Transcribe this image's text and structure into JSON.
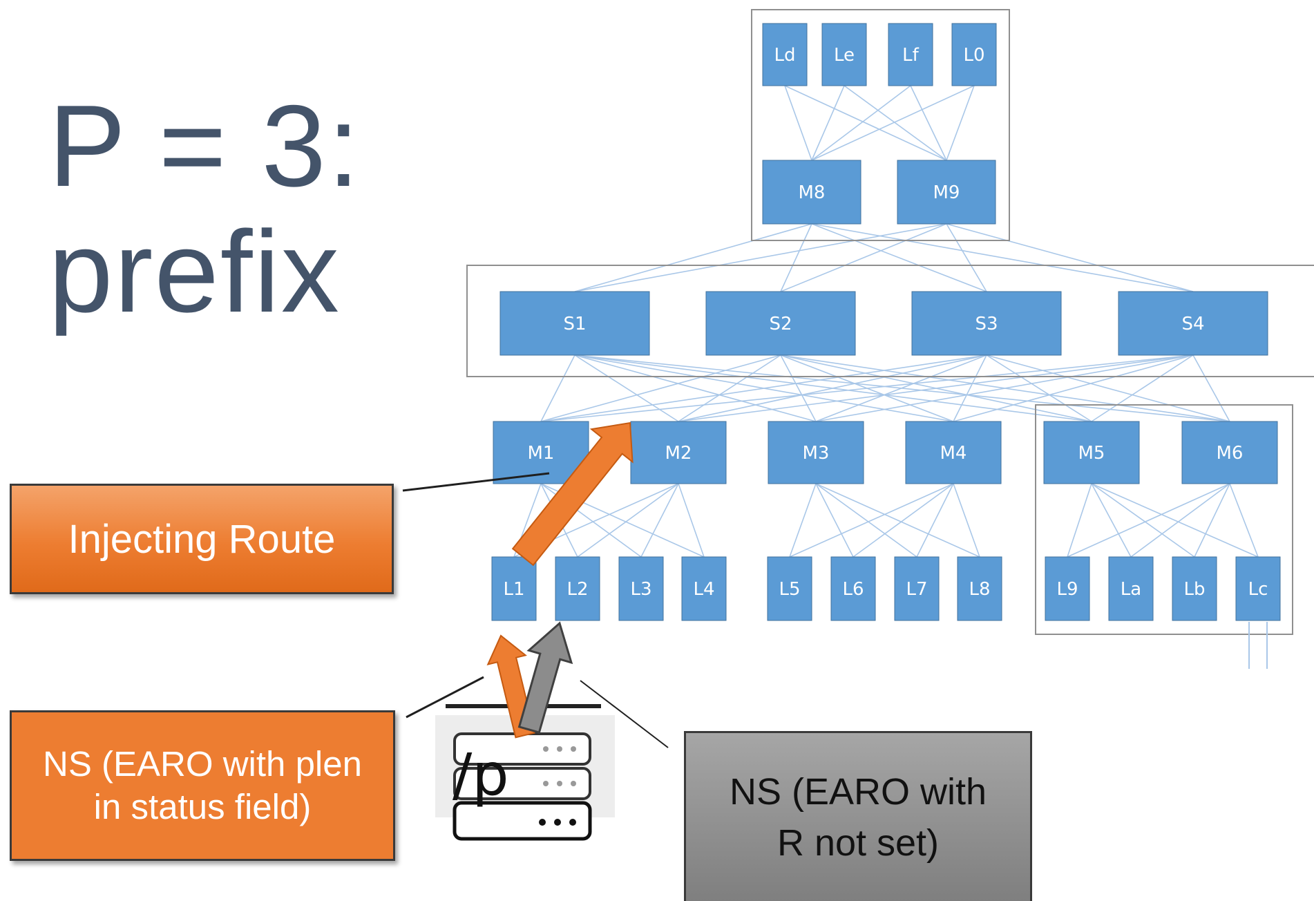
{
  "title": {
    "line1": "P = 3:",
    "line2": "prefix"
  },
  "tiers": {
    "top_leaves": [
      "Ld",
      "Le",
      "Lf",
      "L0"
    ],
    "top_mids": [
      "M8",
      "M9"
    ],
    "spines": [
      "S1",
      "S2",
      "S3",
      "S4"
    ],
    "mids": [
      "M1",
      "M2",
      "M3",
      "M4",
      "M5",
      "M6"
    ],
    "leaves": [
      "L1",
      "L2",
      "L3",
      "L4",
      "L5",
      "L6",
      "L7",
      "L8",
      "L9",
      "La",
      "Lb",
      "Lc"
    ]
  },
  "host": {
    "label": "/p"
  },
  "callouts": {
    "injecting_route": "Injecting Route",
    "ns_plen_line1": "NS (EARO with plen",
    "ns_plen_line2": "in status field)",
    "ns_r_line1": "NS (EARO with",
    "ns_r_line2": "R not set)"
  },
  "colors": {
    "node_fill": "#5b9bd5",
    "edge": "#a9c7e8",
    "orange": "#ed7d31",
    "gray": "#8c8c8c",
    "title": "#44546a"
  }
}
